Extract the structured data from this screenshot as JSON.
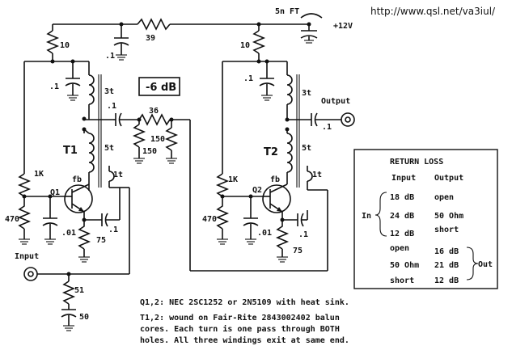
{
  "header": {
    "url": "http://www.qsl.net/va3iul/"
  },
  "supply": {
    "label": "+12V",
    "choke": "5n FT",
    "resistor": "39",
    "bypass_cap": ".1"
  },
  "stage1": {
    "r_collector": "10",
    "c_bypass": ".1",
    "t_primary": "3t",
    "t_secondary": "5t",
    "t_feedback": "1t",
    "transformer": "T1",
    "fb": "fb",
    "r_bias_top": "1K",
    "r_bias_bottom": "470",
    "c_bias": ".01",
    "r_emitter": "75",
    "c_emitter": ".1",
    "transistor": "Q1",
    "coupling_cap": ".1"
  },
  "attenuator": {
    "label": "-6 dB",
    "r_series": "36",
    "r_shunt_a": "150",
    "r_shunt_b": "150"
  },
  "stage2": {
    "r_collector": "10",
    "c_bypass": ".1",
    "t_primary": "3t",
    "t_secondary": "5t",
    "t_feedback": "1t",
    "transformer": "T2",
    "fb": "fb",
    "r_bias_top": "1K",
    "r_bias_bottom": "470",
    "c_bias": ".01",
    "r_emitter": "75",
    "c_emitter": ".1",
    "transistor": "Q2",
    "output_cap": ".1"
  },
  "input": {
    "label": "Input",
    "r_term": "51",
    "c_term": "50"
  },
  "output": {
    "label": "Output"
  },
  "return_loss": {
    "title": "RETURN LOSS",
    "col_input": "Input",
    "col_output": "Output",
    "in_label": "In",
    "out_label": "Out",
    "in_rows": [
      {
        "input": "18 dB",
        "output": "open"
      },
      {
        "input": "24 dB",
        "output": "50 Ohm"
      },
      {
        "input": "12 dB",
        "output": "short"
      }
    ],
    "out_rows": [
      {
        "load": "open",
        "value": "16 dB"
      },
      {
        "load": "50 Ohm",
        "value": "21 dB"
      },
      {
        "load": "short",
        "value": "12 dB"
      }
    ]
  },
  "notes": [
    "Q1,2: NEC 2SC1252 or 2N5109 with heat sink.",
    "T1,2: wound on Fair-Rite 2843002402 balun",
    "cores.  Each turn is one pass through BOTH",
    "holes.  All three windings exit at same end."
  ]
}
